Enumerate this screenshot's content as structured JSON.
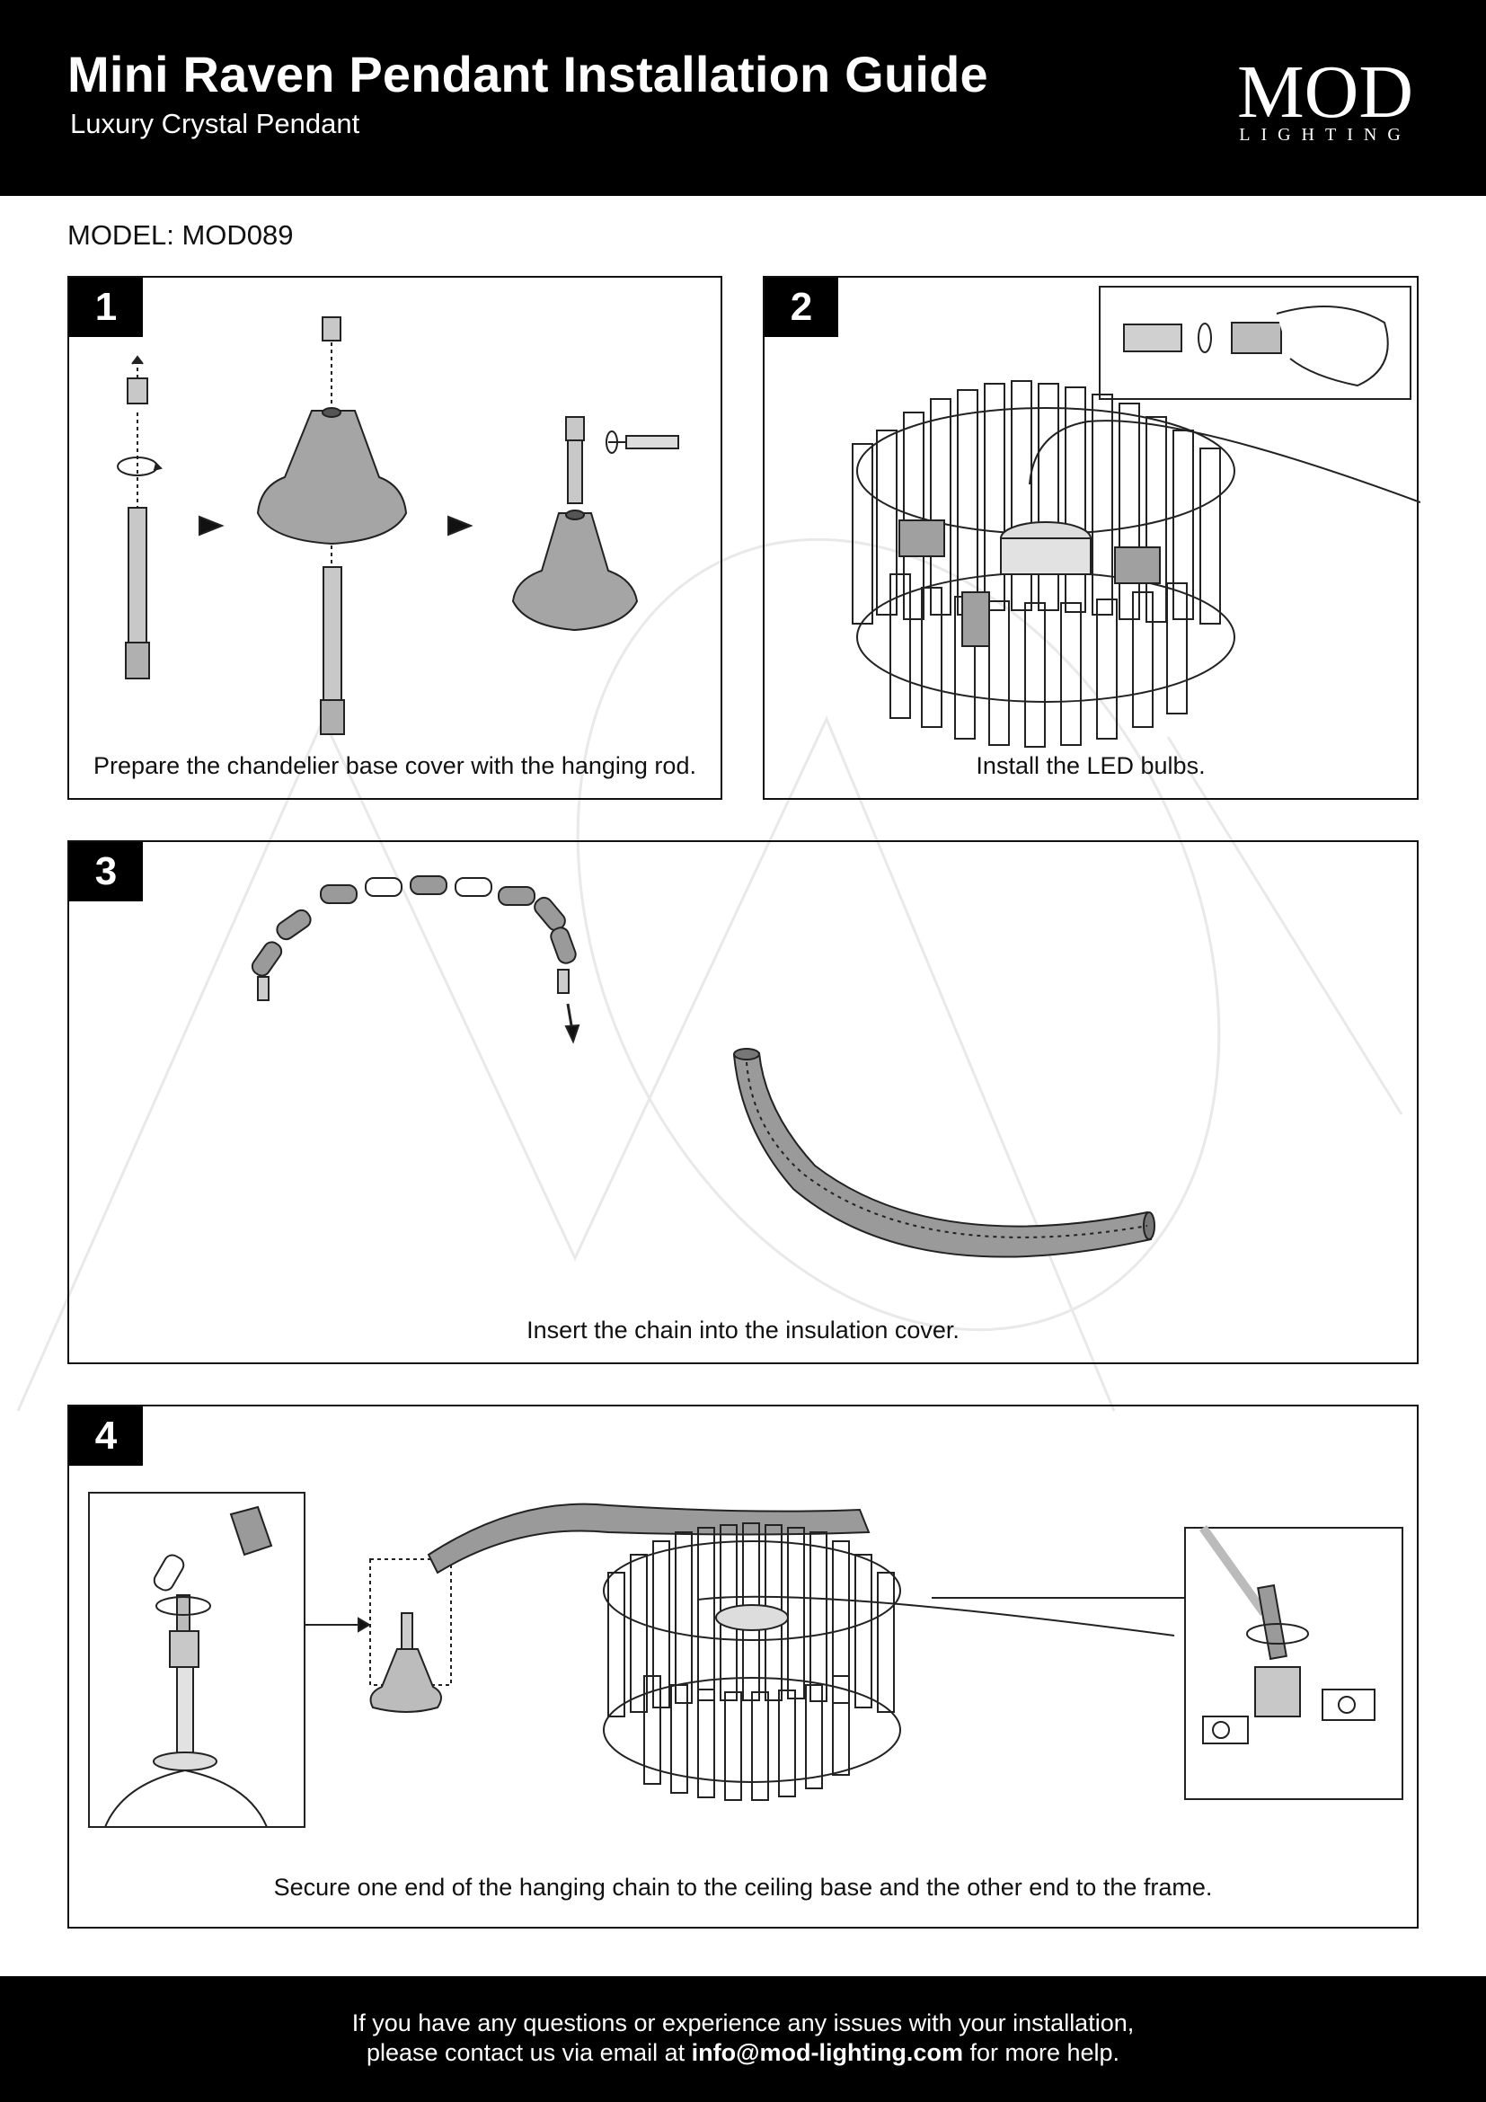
{
  "header": {
    "title": "Mini Raven Pendant Installation Guide",
    "subtitle": "Luxury Crystal Pendant",
    "logo_main": "MOD",
    "logo_sub": "LIGHTING"
  },
  "model_label": "MODEL: MOD089",
  "steps": [
    {
      "number": "1",
      "caption": "Prepare the chandelier base cover with the hanging rod."
    },
    {
      "number": "2",
      "caption": "Install the LED bulbs."
    },
    {
      "number": "3",
      "caption": "Insert the chain into the insulation cover."
    },
    {
      "number": "4",
      "caption": "Secure one end of the hanging chain to the ceiling base and the other end to the frame."
    }
  ],
  "footer": {
    "line1": "If you have any questions or experience any issues with your installation,",
    "line2_pre": "please contact us via email at ",
    "email": "info@mod-lighting.com",
    "line2_post": " for more help."
  },
  "colors": {
    "band": "#000000",
    "part_fill": "#9a9a9a",
    "part_fill_light": "#c8c8c8",
    "watermark": "#ededed"
  }
}
